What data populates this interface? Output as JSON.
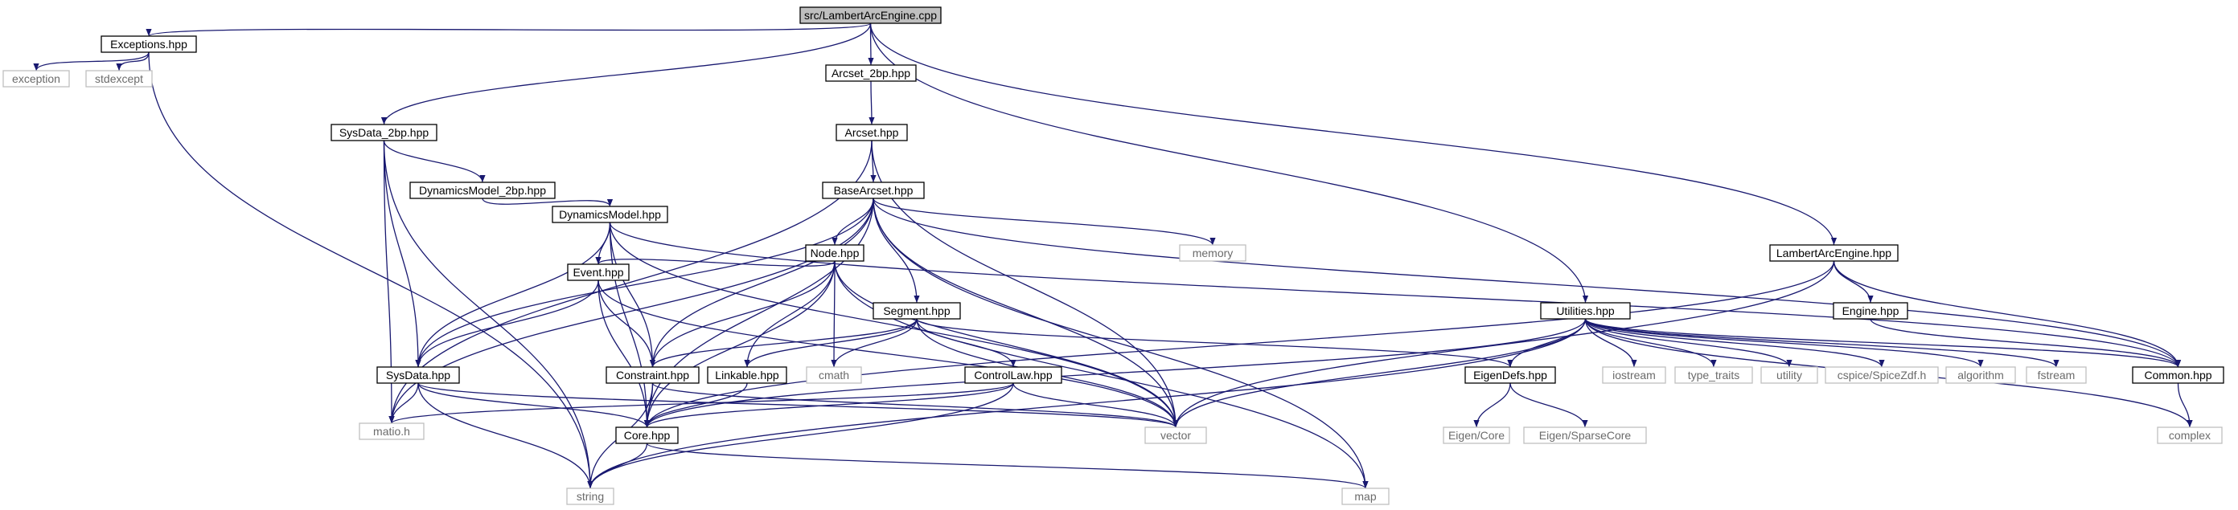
{
  "colors": {
    "background": "#ffffff",
    "root_fill": "#bfbfbf",
    "root_border": "#000000",
    "local_border": "#000000",
    "local_fill": "#ffffff",
    "external_border": "#bfbfbf",
    "external_text": "#6b6b6b",
    "edge": "#191970",
    "text": "#000000"
  },
  "graph": {
    "root": "src/LambertArcEngine.cpp",
    "nodes": [
      {
        "id": "root",
        "label": "src/LambertArcEngine.cpp",
        "kind": "root"
      },
      {
        "id": "exceptions",
        "label": "Exceptions.hpp",
        "kind": "local"
      },
      {
        "id": "arcset2bp",
        "label": "Arcset_2bp.hpp",
        "kind": "local"
      },
      {
        "id": "sysdata2bp",
        "label": "SysData_2bp.hpp",
        "kind": "local"
      },
      {
        "id": "arcset",
        "label": "Arcset.hpp",
        "kind": "local"
      },
      {
        "id": "dynmodel2bp",
        "label": "DynamicsModel_2bp.hpp",
        "kind": "local"
      },
      {
        "id": "basearcset",
        "label": "BaseArcset.hpp",
        "kind": "local"
      },
      {
        "id": "dynmodel",
        "label": "DynamicsModel.hpp",
        "kind": "local"
      },
      {
        "id": "node",
        "label": "Node.hpp",
        "kind": "local"
      },
      {
        "id": "lambert",
        "label": "LambertArcEngine.hpp",
        "kind": "local"
      },
      {
        "id": "event",
        "label": "Event.hpp",
        "kind": "local"
      },
      {
        "id": "segment",
        "label": "Segment.hpp",
        "kind": "local"
      },
      {
        "id": "utilities",
        "label": "Utilities.hpp",
        "kind": "local"
      },
      {
        "id": "engine",
        "label": "Engine.hpp",
        "kind": "local"
      },
      {
        "id": "sysdata",
        "label": "SysData.hpp",
        "kind": "local"
      },
      {
        "id": "constraint",
        "label": "Constraint.hpp",
        "kind": "local"
      },
      {
        "id": "linkable",
        "label": "Linkable.hpp",
        "kind": "local"
      },
      {
        "id": "controllaw",
        "label": "ControlLaw.hpp",
        "kind": "local"
      },
      {
        "id": "eigendefs",
        "label": "EigenDefs.hpp",
        "kind": "local"
      },
      {
        "id": "common",
        "label": "Common.hpp",
        "kind": "local"
      },
      {
        "id": "core",
        "label": "Core.hpp",
        "kind": "local"
      },
      {
        "id": "exception",
        "label": "exception",
        "kind": "external"
      },
      {
        "id": "stdexcept",
        "label": "stdexcept",
        "kind": "external"
      },
      {
        "id": "memory",
        "label": "memory",
        "kind": "external"
      },
      {
        "id": "cmath",
        "label": "cmath",
        "kind": "external"
      },
      {
        "id": "iostream",
        "label": "iostream",
        "kind": "external"
      },
      {
        "id": "type_traits",
        "label": "type_traits",
        "kind": "external"
      },
      {
        "id": "utility",
        "label": "utility",
        "kind": "external"
      },
      {
        "id": "spice",
        "label": "cspice/SpiceZdf.h",
        "kind": "external"
      },
      {
        "id": "algorithm",
        "label": "algorithm",
        "kind": "external"
      },
      {
        "id": "fstream",
        "label": "fstream",
        "kind": "external"
      },
      {
        "id": "matio",
        "label": "matio.h",
        "kind": "external"
      },
      {
        "id": "vector",
        "label": "vector",
        "kind": "external"
      },
      {
        "id": "eigencore",
        "label": "Eigen/Core",
        "kind": "external"
      },
      {
        "id": "eigensparse",
        "label": "Eigen/SparseCore",
        "kind": "external"
      },
      {
        "id": "complex",
        "label": "complex",
        "kind": "external"
      },
      {
        "id": "string",
        "label": "string",
        "kind": "external"
      },
      {
        "id": "map",
        "label": "map",
        "kind": "external"
      }
    ],
    "edges": [
      [
        "root",
        "exceptions"
      ],
      [
        "root",
        "sysdata2bp"
      ],
      [
        "root",
        "arcset2bp"
      ],
      [
        "root",
        "utilities"
      ],
      [
        "root",
        "lambert"
      ],
      [
        "exceptions",
        "exception"
      ],
      [
        "exceptions",
        "stdexcept"
      ],
      [
        "exceptions",
        "string"
      ],
      [
        "arcset2bp",
        "arcset"
      ],
      [
        "arcset",
        "basearcset"
      ],
      [
        "arcset",
        "matio"
      ],
      [
        "arcset",
        "vector"
      ],
      [
        "sysdata2bp",
        "dynmodel2bp"
      ],
      [
        "sysdata2bp",
        "sysdata"
      ],
      [
        "sysdata2bp",
        "matio"
      ],
      [
        "sysdata2bp",
        "string"
      ],
      [
        "dynmodel2bp",
        "dynmodel"
      ],
      [
        "basearcset",
        "node"
      ],
      [
        "basearcset",
        "segment"
      ],
      [
        "basearcset",
        "memory"
      ],
      [
        "basearcset",
        "sysdata"
      ],
      [
        "basearcset",
        "matio"
      ],
      [
        "basearcset",
        "constraint"
      ],
      [
        "basearcset",
        "core"
      ],
      [
        "basearcset",
        "vector"
      ],
      [
        "basearcset",
        "common"
      ],
      [
        "basearcset",
        "map"
      ],
      [
        "dynmodel",
        "event"
      ],
      [
        "dynmodel",
        "sysdata"
      ],
      [
        "dynmodel",
        "constraint"
      ],
      [
        "dynmodel",
        "core"
      ],
      [
        "dynmodel",
        "vector"
      ],
      [
        "dynmodel",
        "common"
      ],
      [
        "node",
        "event"
      ],
      [
        "node",
        "constraint"
      ],
      [
        "node",
        "linkable"
      ],
      [
        "node",
        "cmath"
      ],
      [
        "node",
        "vector"
      ],
      [
        "node",
        "map"
      ],
      [
        "node",
        "core"
      ],
      [
        "event",
        "sysdata"
      ],
      [
        "event",
        "constraint"
      ],
      [
        "event",
        "core"
      ],
      [
        "event",
        "vector"
      ],
      [
        "segment",
        "constraint"
      ],
      [
        "segment",
        "linkable"
      ],
      [
        "segment",
        "cmath"
      ],
      [
        "segment",
        "controllaw"
      ],
      [
        "segment",
        "vector"
      ],
      [
        "segment",
        "eigendefs"
      ],
      [
        "lambert",
        "engine"
      ],
      [
        "lambert",
        "common"
      ],
      [
        "lambert",
        "vector"
      ],
      [
        "lambert",
        "core"
      ],
      [
        "engine",
        "common"
      ],
      [
        "utilities",
        "eigendefs"
      ],
      [
        "utilities",
        "iostream"
      ],
      [
        "utilities",
        "type_traits"
      ],
      [
        "utilities",
        "utility"
      ],
      [
        "utilities",
        "spice"
      ],
      [
        "utilities",
        "algorithm"
      ],
      [
        "utilities",
        "fstream"
      ],
      [
        "utilities",
        "common"
      ],
      [
        "utilities",
        "complex"
      ],
      [
        "utilities",
        "vector"
      ],
      [
        "utilities",
        "string"
      ],
      [
        "utilities",
        "core"
      ],
      [
        "sysdata",
        "matio"
      ],
      [
        "sysdata",
        "core"
      ],
      [
        "sysdata",
        "string"
      ],
      [
        "sysdata",
        "vector"
      ],
      [
        "constraint",
        "core"
      ],
      [
        "constraint",
        "string"
      ],
      [
        "constraint",
        "vector"
      ],
      [
        "linkable",
        "core"
      ],
      [
        "controllaw",
        "core"
      ],
      [
        "controllaw",
        "matio"
      ],
      [
        "controllaw",
        "string"
      ],
      [
        "controllaw",
        "vector"
      ],
      [
        "eigendefs",
        "eigencore"
      ],
      [
        "eigendefs",
        "eigensparse"
      ],
      [
        "common",
        "complex"
      ],
      [
        "core",
        "string"
      ],
      [
        "core",
        "map"
      ]
    ]
  }
}
